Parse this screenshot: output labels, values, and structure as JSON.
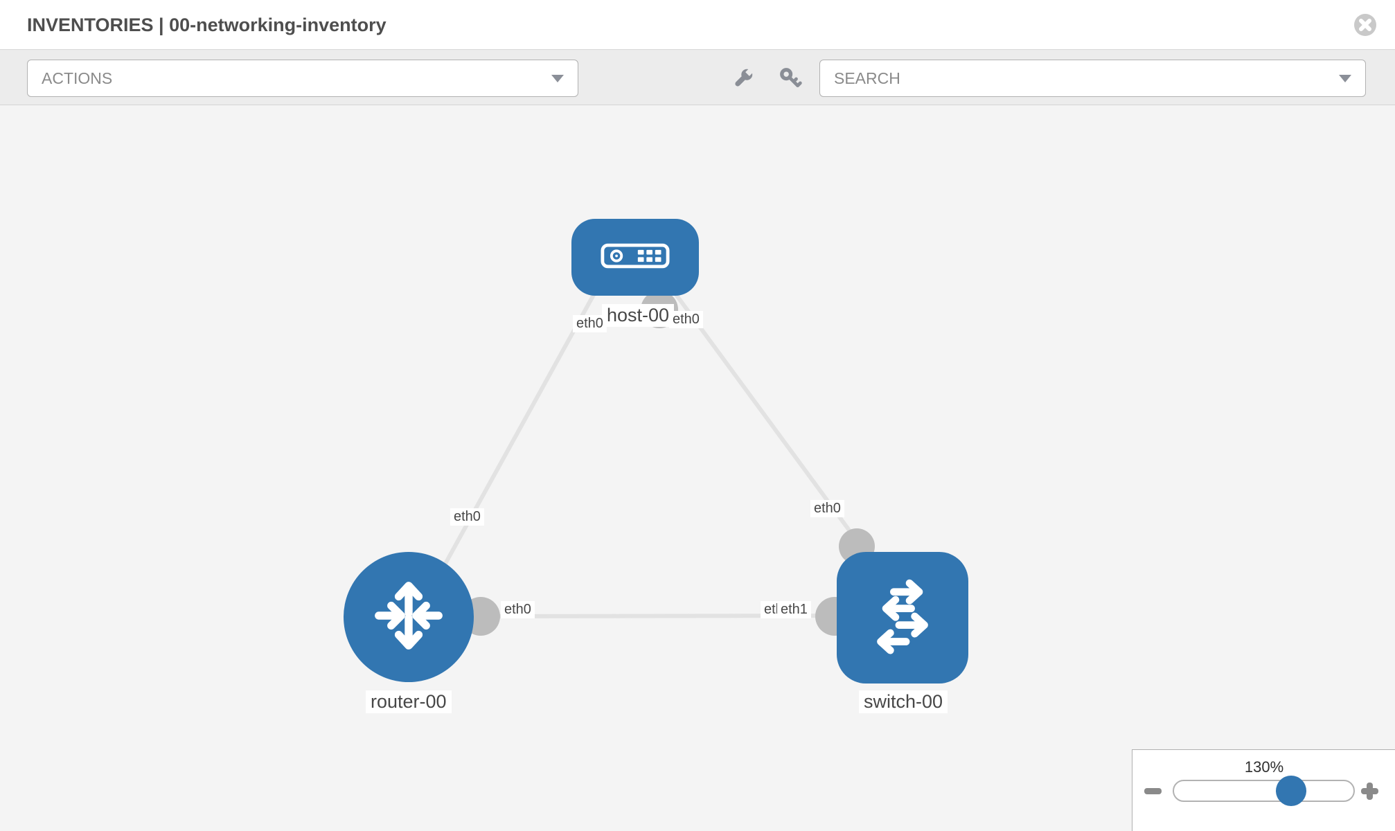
{
  "header": {
    "title": "INVENTORIES | 00-networking-inventory",
    "close_icon": "times-circle"
  },
  "toolbar": {
    "actions_label": "ACTIONS",
    "search_placeholder": "SEARCH",
    "tool_icons": [
      "wrench-icon",
      "key-icon"
    ]
  },
  "diagram": {
    "nodes": [
      {
        "id": "host-00",
        "type": "host",
        "label": "host-00",
        "shape": "rounded-pill",
        "icon": "server-icon"
      },
      {
        "id": "router-00",
        "type": "router",
        "label": "router-00",
        "shape": "circle",
        "icon": "router-arrows-icon"
      },
      {
        "id": "switch-00",
        "type": "switch",
        "label": "switch-00",
        "shape": "rounded-square",
        "icon": "switch-arrows-icon"
      }
    ],
    "links": [
      {
        "source": "host-00",
        "source_interface": "eth0",
        "target": "router-00",
        "target_interface": "eth0"
      },
      {
        "source": "host-00",
        "source_interface": "eth0",
        "target": "switch-00",
        "target_interface": "eth0"
      },
      {
        "source": "router-00",
        "source_interface": "eth0",
        "target": "switch-00",
        "target_interface": "eth1"
      }
    ],
    "interface_labels": {
      "host_left": "eth0",
      "host_right": "eth0",
      "router_top": "eth0",
      "router_right": "eth0",
      "switch_top": "eth0",
      "switch_left_back": "eth0",
      "switch_left_front": "eth1"
    },
    "colors": {
      "node_blue": "#3276b1",
      "link_gray": "#e2e2e2",
      "connector_gray": "#bcbcbc",
      "canvas_bg": "#f4f4f4",
      "toolbar_bg": "#ececec"
    }
  },
  "zoom_control": {
    "level": "130%",
    "minus_icon": "minus-icon",
    "plus_icon": "plus-icon"
  }
}
